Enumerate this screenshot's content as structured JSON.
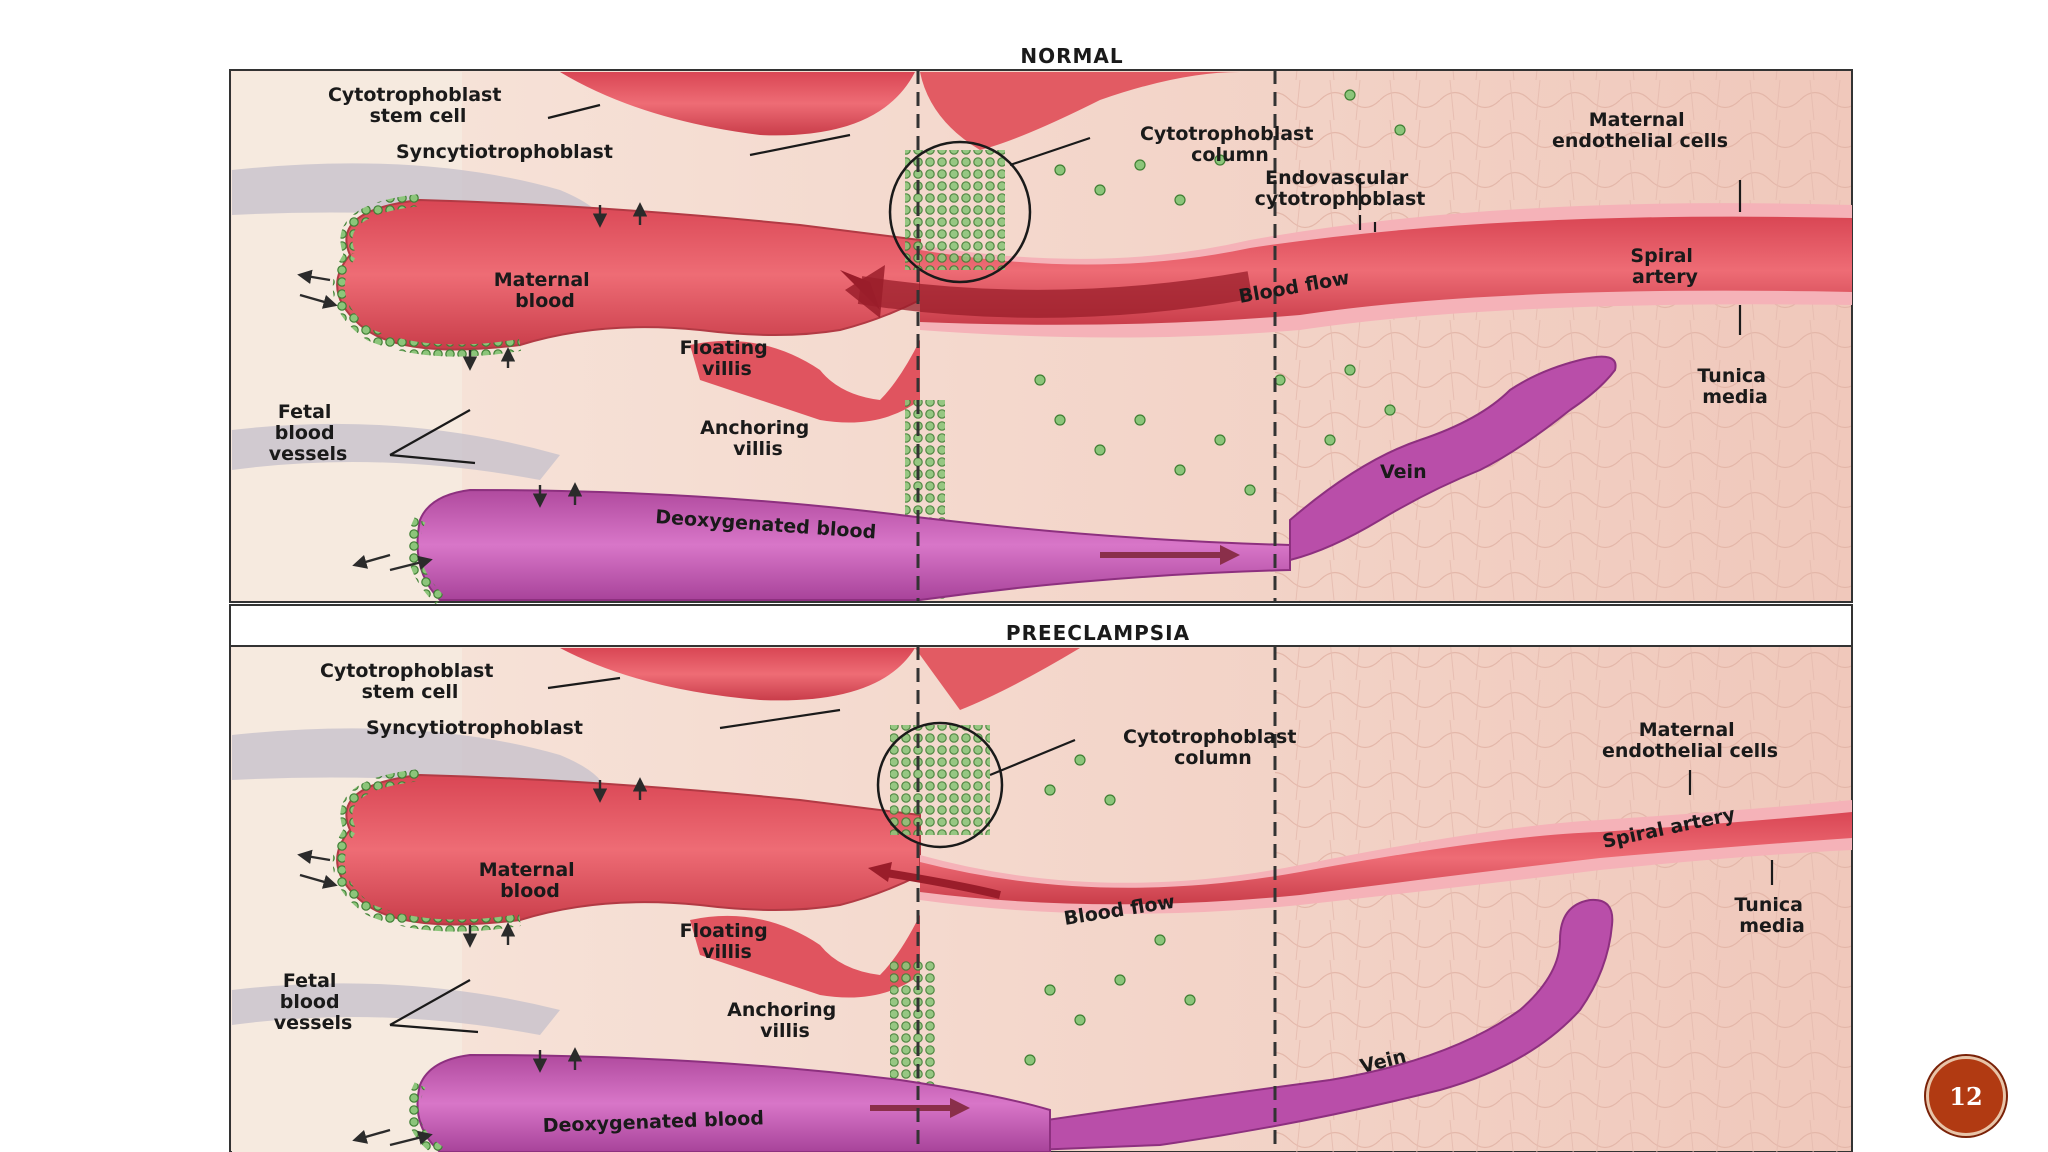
{
  "panels": [
    {
      "title": "NORMAL",
      "labels": {
        "stem_cell": [
          "Cytotrophoblast",
          "stem cell"
        ],
        "syncytio": "Syncytiotrophoblast",
        "column": [
          "Cytotrophoblast",
          "column"
        ],
        "endovascular": [
          "Endovascular",
          "cytotrophoblast"
        ],
        "endothelial": [
          "Maternal",
          "endothelial cells"
        ],
        "maternal_blood": [
          "Maternal",
          "blood"
        ],
        "blood_flow": "Blood flow",
        "spiral": [
          "Spiral",
          "artery"
        ],
        "floating": [
          "Floating",
          "villis"
        ],
        "tunica": [
          "Tunica",
          "media"
        ],
        "fetal": [
          "Fetal",
          "blood",
          "vessels"
        ],
        "anchoring": [
          "Anchoring",
          "villis"
        ],
        "vein": "Vein",
        "deoxy": "Deoxygenated blood"
      }
    },
    {
      "title": "PREECLAMPSIA",
      "labels": {
        "stem_cell": [
          "Cytotrophoblast",
          "stem cell"
        ],
        "syncytio": "Syncytiotrophoblast",
        "column": [
          "Cytotrophoblast",
          "column"
        ],
        "endothelial": [
          "Maternal",
          "endothelial cells"
        ],
        "maternal_blood": [
          "Maternal",
          "blood"
        ],
        "spiral": "Spiral artery",
        "blood_flow": "Blood flow",
        "tunica": [
          "Tunica",
          "media"
        ],
        "floating": [
          "Floating",
          "villis"
        ],
        "fetal": [
          "Fetal",
          "blood",
          "vessels"
        ],
        "anchoring": [
          "Anchoring",
          "villis"
        ],
        "vein": "Vein",
        "deoxy": "Deoxygenated blood"
      }
    }
  ],
  "slide_number": "12",
  "colors": {
    "maternal_blood": "#e0545f",
    "deoxygenated": "#c65fb5",
    "tissue": "#f3cfc3",
    "cells": "#6fae5e"
  }
}
